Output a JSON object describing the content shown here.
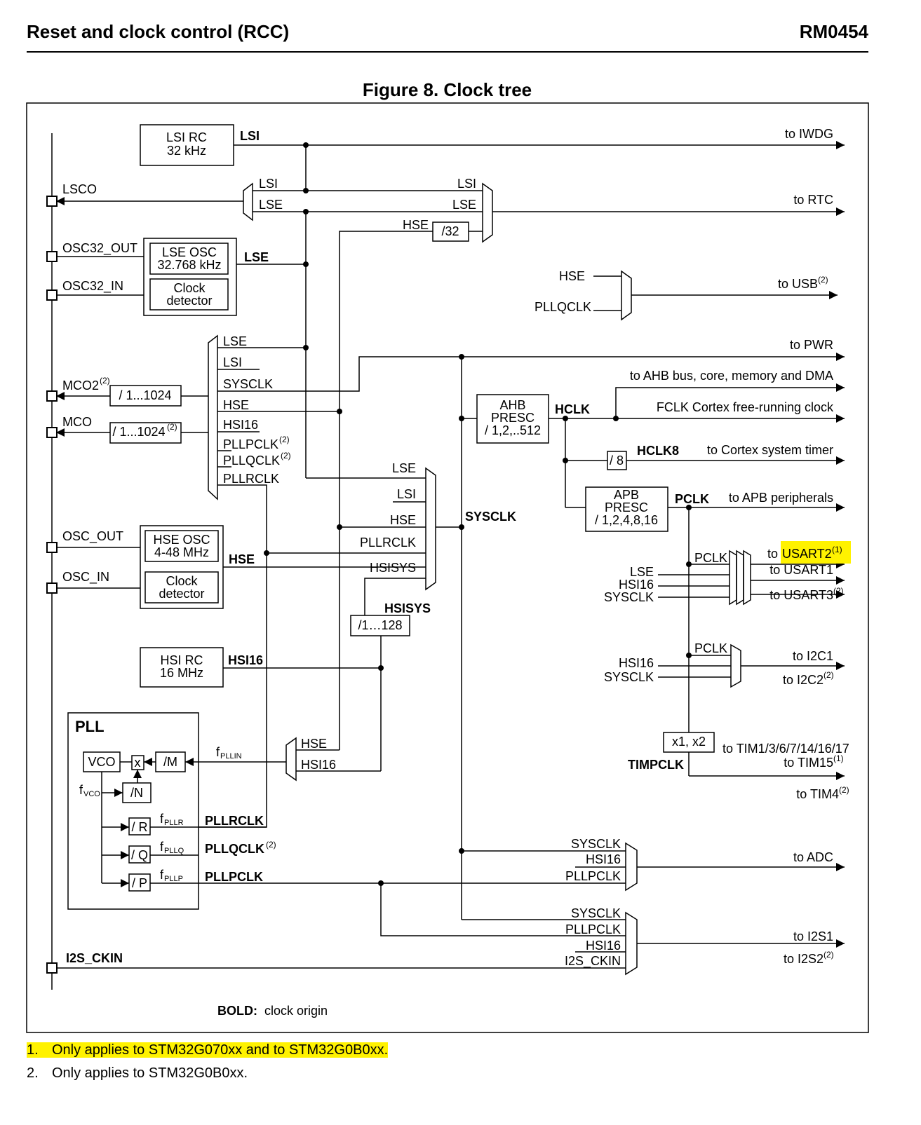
{
  "header": {
    "section": "Reset and clock control (RCC)",
    "doc_id": "RM0454"
  },
  "figure": {
    "title": "Figure 8. Clock tree"
  },
  "pins": {
    "lsco": "LSCO",
    "osc32_out": "OSC32_OUT",
    "osc32_in": "OSC32_IN",
    "mco2": "MCO2",
    "mco2_ref": "(2)",
    "mco": "MCO",
    "osc_out": "OSC_OUT",
    "osc_in": "OSC_IN",
    "i2s_ckin": "I2S_CKIN"
  },
  "blocks": {
    "lsi_rc": [
      "LSI RC",
      "32 kHz"
    ],
    "lse_osc": [
      "LSE OSC",
      "32.768 kHz"
    ],
    "clock_detector": [
      "Clock",
      "detector"
    ],
    "hse_osc": [
      "HSE OSC",
      "4-48 MHz"
    ],
    "hsi_rc": [
      "HSI RC",
      "16 MHz"
    ],
    "ahb_presc": [
      "AHB",
      "PRESC",
      "/ 1,2,..512"
    ],
    "apb_presc": [
      "APB",
      "PRESC",
      "/ 1,2,4,8,16"
    ],
    "div32": "/32",
    "mco2_div": "/ 1...1024",
    "mco_div": "/ 1...1024",
    "mco_div_ref": "(2)",
    "hsisys_div": "/1…128",
    "div8": "/ 8",
    "tim_mult": "x1, x2"
  },
  "pll": {
    "title": "PLL",
    "vco": "VCO",
    "mult": "x",
    "div_m": "/M",
    "div_n": "/N",
    "div_r": "/ R",
    "div_q": "/ Q",
    "div_p": "/ P",
    "f": "f",
    "vco_sub": "VCO",
    "pllin_sub": "PLLIN",
    "pllr_sub": "PLLR",
    "pllq_sub": "PLLQ",
    "pllp_sub": "PLLP",
    "pllrclk": "PLLRCLK",
    "pllqclk": "PLLQCLK",
    "pllqclk_ref": "(2)",
    "pllpclk": "PLLPCLK",
    "mux_hse": "HSE",
    "mux_hsi16": "HSI16"
  },
  "signals": {
    "lsi": "LSI",
    "lse": "LSE",
    "hse": "HSE",
    "hsi16": "HSI16",
    "hsisys": "HSISYS",
    "sysclk": "SYSCLK",
    "hclk": "HCLK",
    "hclk8": "HCLK8",
    "pclk": "PCLK",
    "timpclk": "TIMPCLK",
    "pllqclk": "PLLQCLK",
    "pllrclk": "PLLRCLK",
    "pllpclk": "PLLPCLK",
    "i2s_ckin": "I2S_CKIN"
  },
  "mco_mux_inputs": [
    "LSE",
    "LSI",
    "SYSCLK",
    "HSE",
    "HSI16",
    "PLLPCLK",
    "PLLQCLK",
    "PLLRCLK"
  ],
  "mco_mux_refs": {
    "pllpclk": "(2)",
    "pllqclk": "(2)"
  },
  "sys_mux_inputs": [
    "LSE",
    "LSI",
    "HSE",
    "PLLRCLK",
    "HSISYS"
  ],
  "usart_inputs": [
    "LSE",
    "HSI16",
    "SYSCLK"
  ],
  "i2c_inputs": [
    "HSI16",
    "SYSCLK"
  ],
  "adc_inputs": [
    "SYSCLK",
    "HSI16",
    "PLLPCLK"
  ],
  "i2s_inputs": [
    "SYSCLK",
    "PLLPCLK",
    "HSI16",
    "I2S_CKIN"
  ],
  "outputs": {
    "iwdg": "to IWDG",
    "rtc": "to RTC",
    "usb": "to USB",
    "pwr": "to PWR",
    "ahb": "to AHB bus, core, memory and DMA",
    "fclk": "FCLK Cortex free-running clock",
    "systimer": "to Cortex system timer",
    "apb": "to APB peripherals",
    "usart2": "USART2",
    "usart2_prefix": "to ",
    "usart1": "to USART1",
    "usart3": "to USART3",
    "i2c1": "to I2C1",
    "i2c2": "to I2C2",
    "tim_a": "to TIM1/3/6/7/14/16/17",
    "tim15": "to TIM15",
    "tim4": "to TIM4",
    "adc": "to ADC",
    "i2s1": "to I2S1",
    "i2s2": "to I2S2",
    "ref1": "(1)",
    "ref2": "(2)"
  },
  "legend": {
    "bold": "BOLD:",
    "text": "clock origin"
  },
  "footnotes": [
    {
      "num": "1.",
      "text": "Only applies to STM32G070xx and to STM32G0B0xx."
    },
    {
      "num": "2.",
      "text": "Only applies to STM32G0B0xx."
    }
  ],
  "highlight_color": "#fff200"
}
